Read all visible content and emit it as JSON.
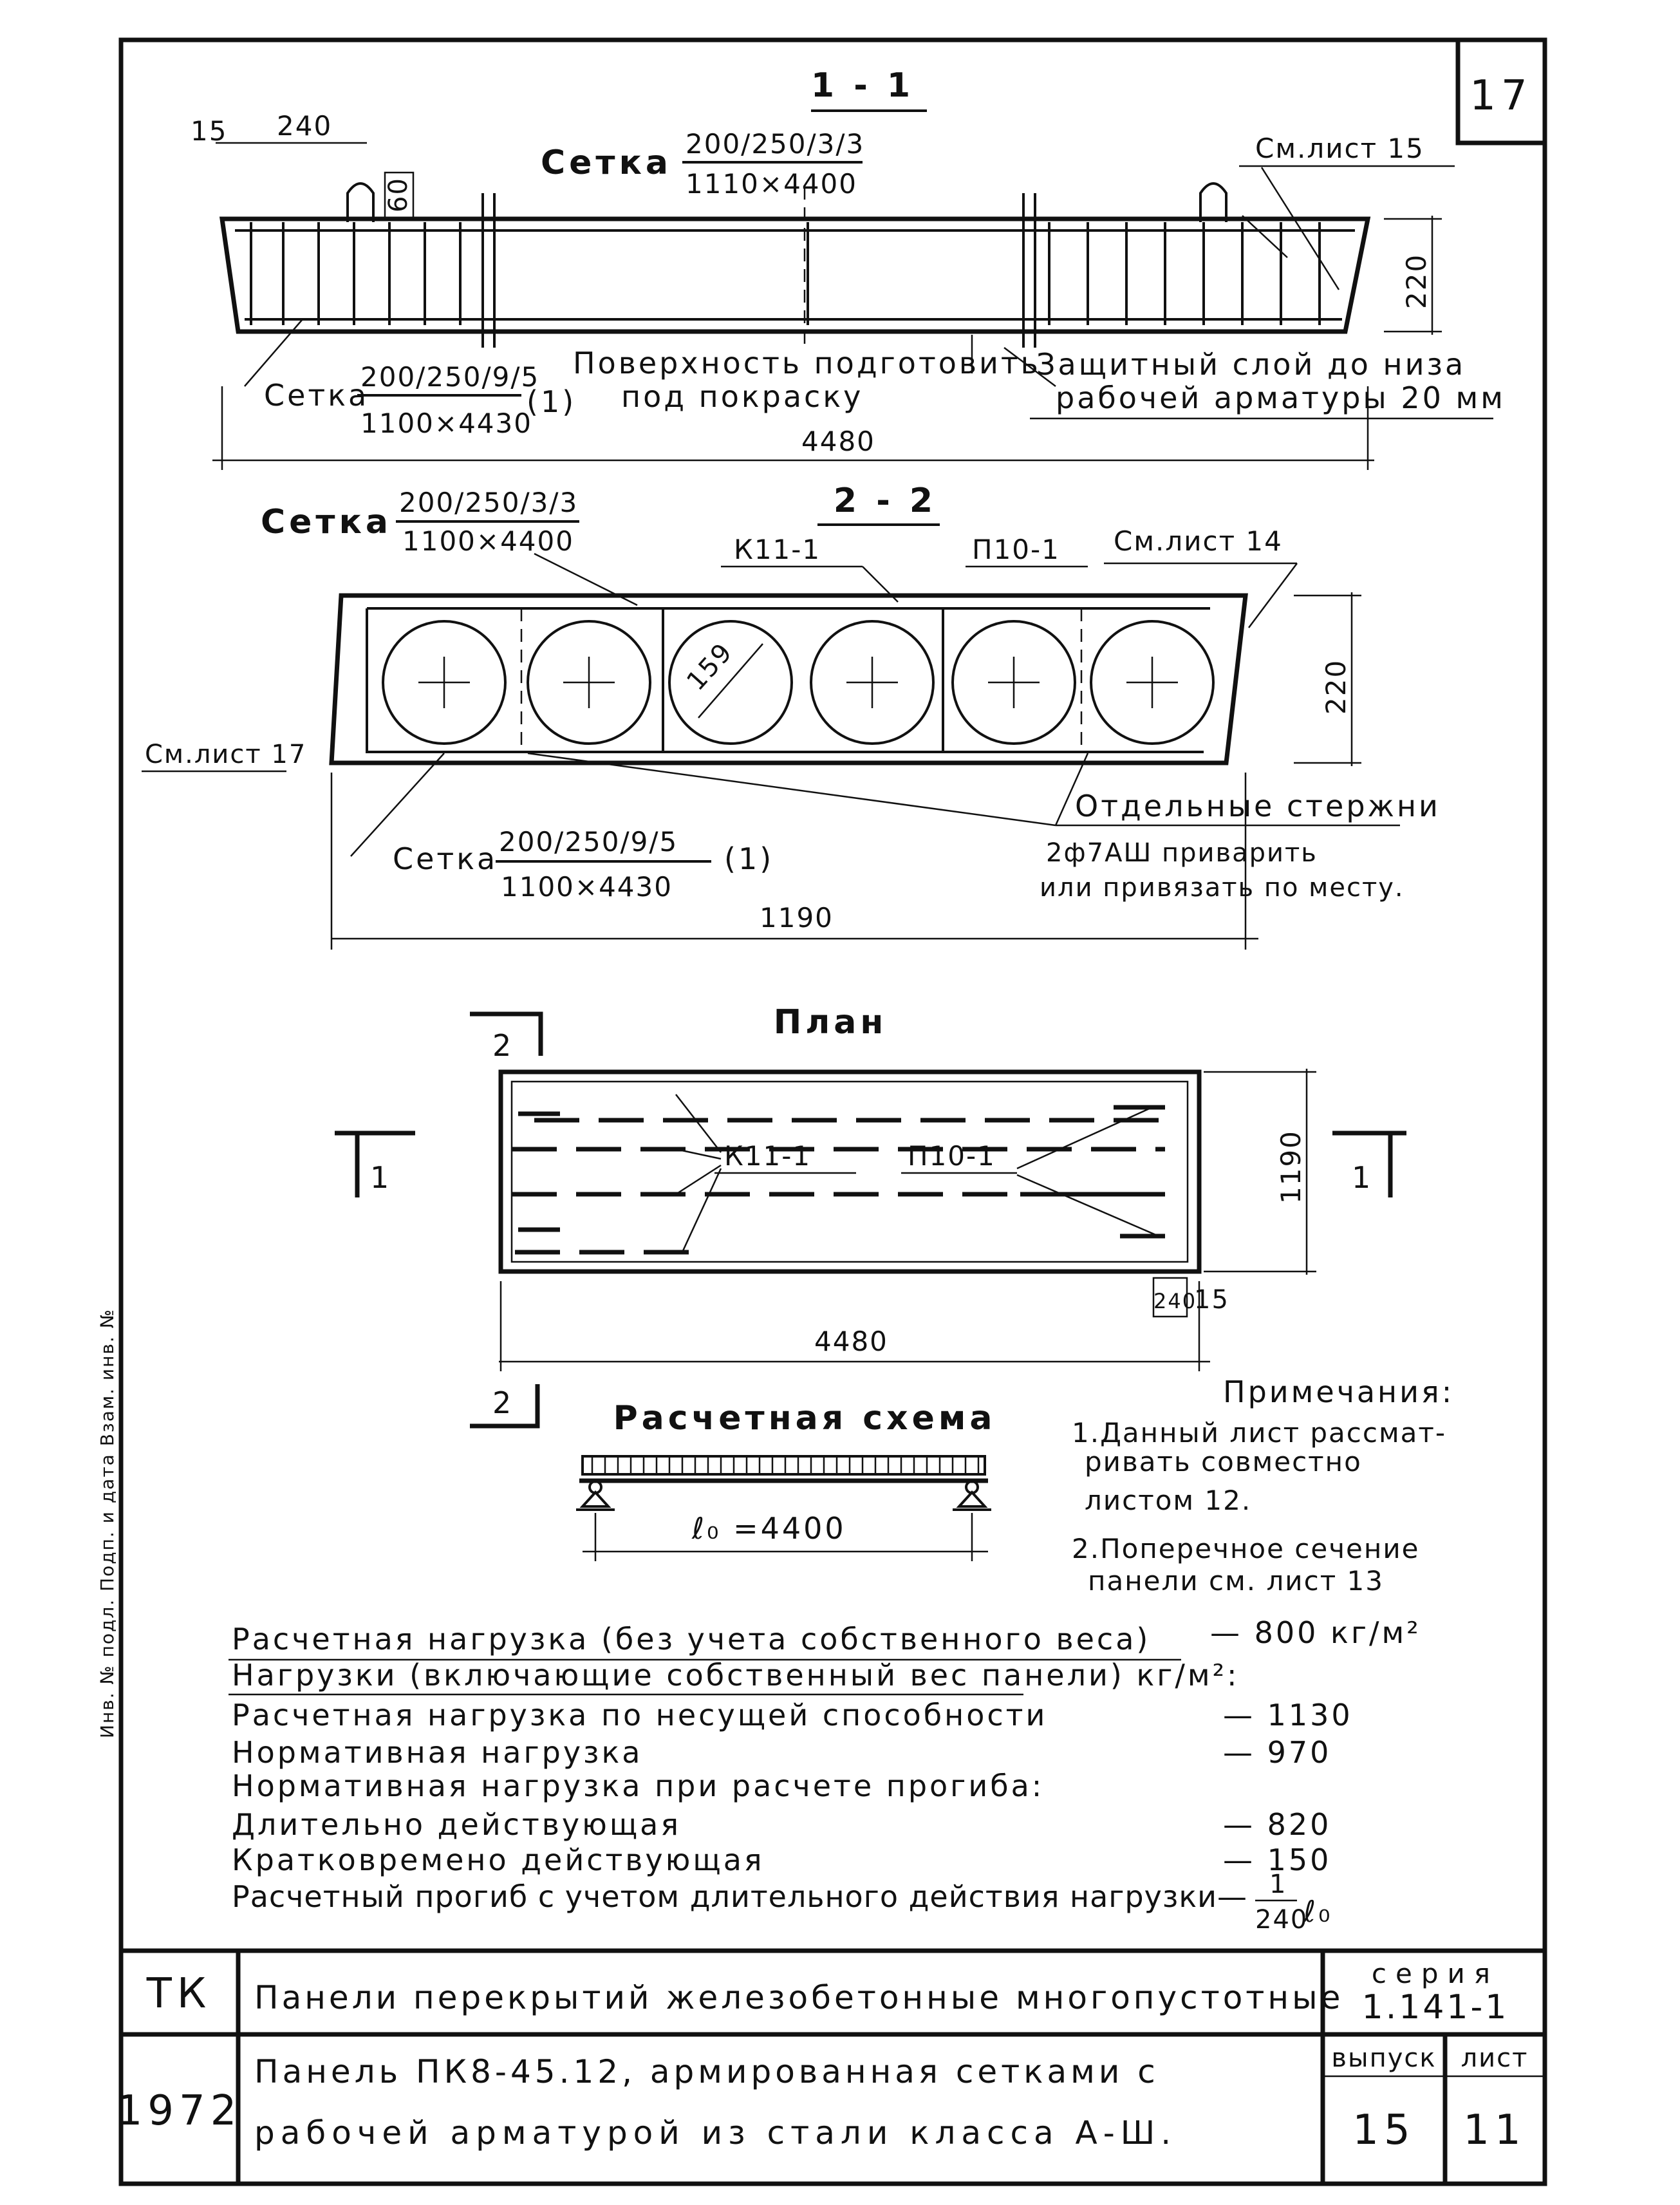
{
  "sheet_number_corner": "17",
  "section_1": {
    "title": "1 - 1",
    "mesh_top_label": "Сетка",
    "mesh_top_spec": "200/250/3/3",
    "mesh_top_size": "1110×4400",
    "see_sheet": "См.лист 15",
    "dim_15": "15",
    "dim_240": "240",
    "dim_60": "60",
    "dim_220": "220",
    "mesh_bottom_label": "Сетка",
    "mesh_bottom_spec": "200/250/9/5",
    "mesh_bottom_size": "1100×4430",
    "mesh_bottom_suffix": "(1)",
    "surface_line1": "Поверхность подготовить",
    "surface_line2": "под покраску",
    "cover_line1": "Защитный слой до низа",
    "cover_line2": "рабочей арматуры 20 мм",
    "dim_4480": "4480"
  },
  "section_2": {
    "title": "2 - 2",
    "mesh_top_label": "Сетка",
    "mesh_top_spec": "200/250/3/3",
    "mesh_top_size": "1100×4400",
    "k_label": "К11-1",
    "p_label": "П10-1",
    "see_sheet": "См.лист 14",
    "dim_159": "159",
    "dim_220": "220",
    "see_sheet_left": "См.лист 17",
    "rods_line1": "Отдельные стержни",
    "rods_line2": "2ф7АШ приварить",
    "rods_line3": "или привязать по месту.",
    "mesh_bottom_label": "Сетка",
    "mesh_bottom_spec": "200/250/9/5",
    "mesh_bottom_size": "1100×4430",
    "mesh_bottom_suffix": "(1)",
    "dim_1190": "1190"
  },
  "plan": {
    "title": "План",
    "k_label": "К11-1",
    "p_label": "П10-1",
    "dim_1190": "1190",
    "dim_240": "240",
    "dim_15": "15",
    "dim_4480": "4480",
    "cut_1": "1",
    "cut_2": "2"
  },
  "scheme": {
    "title": "Расчетная схема",
    "span": "ℓ₀ =4400"
  },
  "notes": {
    "title": "Примечания:",
    "n1_line1": "1.Данный лист рассмат-",
    "n1_line2": "ривать совместно",
    "n1_line3": "листом 12.",
    "n2_line1": "2.Поперечное сечение",
    "n2_line2": "панели см. лист 13"
  },
  "loads": {
    "design_load_label": "Расчетная нагрузка (без учета собственного веса)",
    "design_load_value": "— 800 кг/м²",
    "incl_header": "Нагрузки (включающие собственный вес панели) кг/м²:",
    "capacity_label": "Расчетная нагрузка по несущей способности",
    "capacity_value": "— 1130",
    "normative_label": "Нормативная нагрузка",
    "normative_value": "— 970",
    "deflection_header": "Нормативная нагрузка при расчете прогиба:",
    "long_label": "Длительно действующая",
    "long_value": "— 820",
    "short_label": "Кратковремено действующая",
    "short_value": "— 150",
    "defl_label": "Расчетный прогиб с учетом длительного действия нагрузки—",
    "defl_num": "1",
    "defl_den": "240",
    "defl_unit": "ℓ₀"
  },
  "side_stamp": "Инв. № подл.   Подп. и дата   Взам. инв. №",
  "title_block": {
    "org": "ТК",
    "title_line": "Панели перекрытий железобетонные многопустотные",
    "series_label": "серия",
    "series_value": "1.141-1",
    "year": "1972",
    "desc_line1": "Панель ПК8-45.12, армированная сетками с",
    "desc_line2": "рабочей арматурой из стали класса А-Ш.",
    "issue_label": "выпуск",
    "issue_value": "15",
    "sheet_label": "лист",
    "sheet_value": "11"
  }
}
